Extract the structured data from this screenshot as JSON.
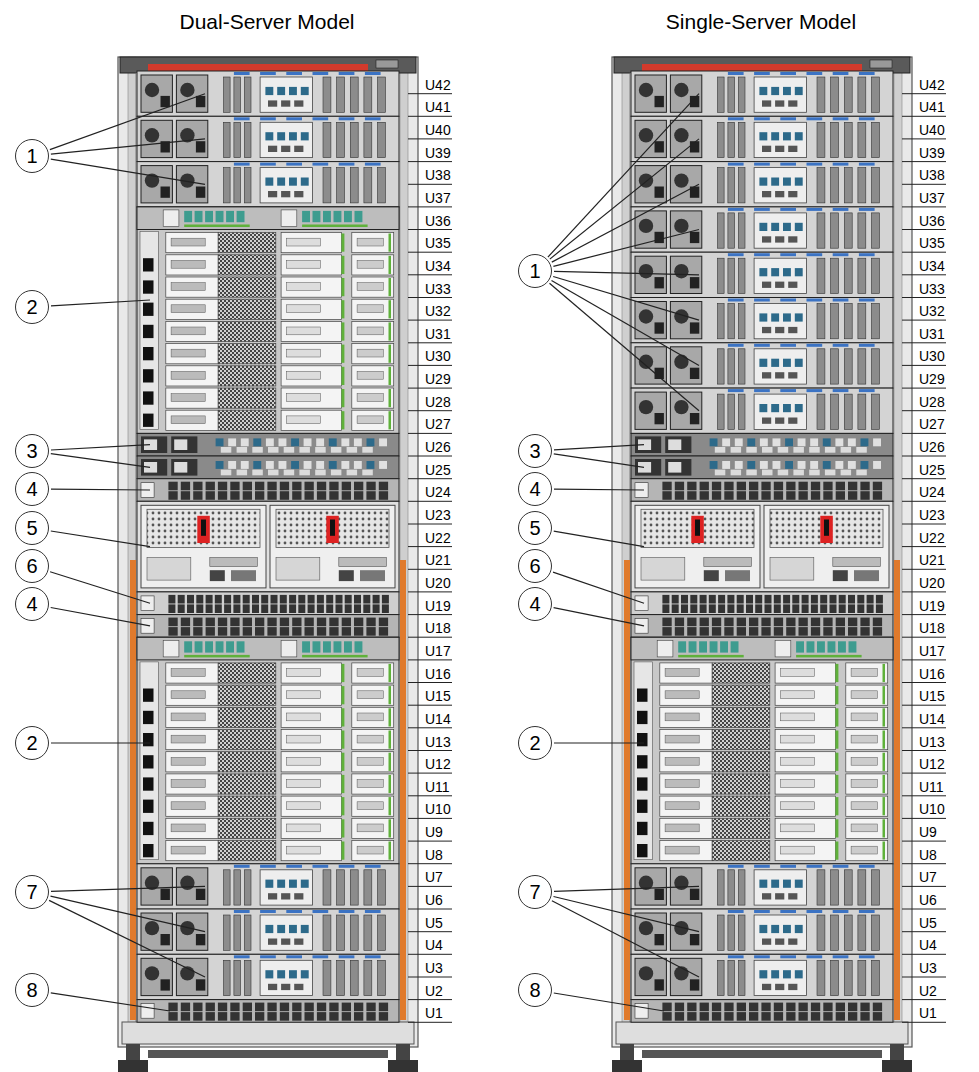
{
  "diagram": {
    "nodes": [
      {
        "text": [
          "1"
        ]
      },
      {
        "text": [
          "2"
        ]
      },
      {
        "text": [
          "3"
        ]
      },
      {
        "text": [
          "4"
        ]
      },
      {
        "text": [
          "5"
        ]
      },
      {
        "text": [
          "6"
        ]
      },
      {
        "text": [
          "4"
        ]
      },
      {
        "text": [
          "2"
        ]
      },
      {
        "text": [
          "7"
        ]
      },
      {
        "text": [
          "8"
        ]
      },
      {
        "text": [
          "1"
        ]
      },
      {
        "text": [
          "3"
        ]
      },
      {
        "text": [
          "4"
        ]
      },
      {
        "text": [
          "5"
        ]
      },
      {
        "text": [
          "6"
        ]
      },
      {
        "text": [
          "4"
        ]
      },
      {
        "text": [
          "2"
        ]
      },
      {
        "text": [
          "7"
        ]
      },
      {
        "text": [
          "8"
        ]
      }
    ],
    "labels": [
      "Dual-Server Model",
      "Single-Server Model",
      "U42",
      "U41",
      "U40",
      "U39",
      "U38",
      "U37",
      "U36",
      "U35",
      "U34",
      "U33",
      "U32",
      "U31",
      "U30",
      "U29",
      "U28",
      "U27",
      "U26",
      "U25",
      "U24",
      "U23",
      "U22",
      "U21",
      "U20",
      "U19",
      "U18",
      "U17",
      "U16",
      "U15",
      "U14",
      "U13",
      "U12",
      "U11",
      "U10",
      "U9",
      "U8",
      "U7",
      "U6",
      "U5",
      "U4",
      "U3",
      "U2",
      "U1",
      "U42",
      "U41",
      "U40",
      "U39",
      "U38",
      "U37",
      "U36",
      "U35",
      "U34",
      "U33",
      "U32",
      "U31",
      "U30",
      "U29",
      "U28",
      "U27",
      "U26",
      "U25",
      "U24",
      "U23",
      "U22",
      "U21",
      "U20",
      "U19",
      "U18",
      "U17",
      "U16",
      "U15",
      "U14",
      "U13",
      "U12",
      "U11",
      "U10",
      "U9",
      "U8",
      "U7",
      "U6",
      "U5",
      "U4",
      "U3",
      "U2",
      "U1"
    ]
  }
}
